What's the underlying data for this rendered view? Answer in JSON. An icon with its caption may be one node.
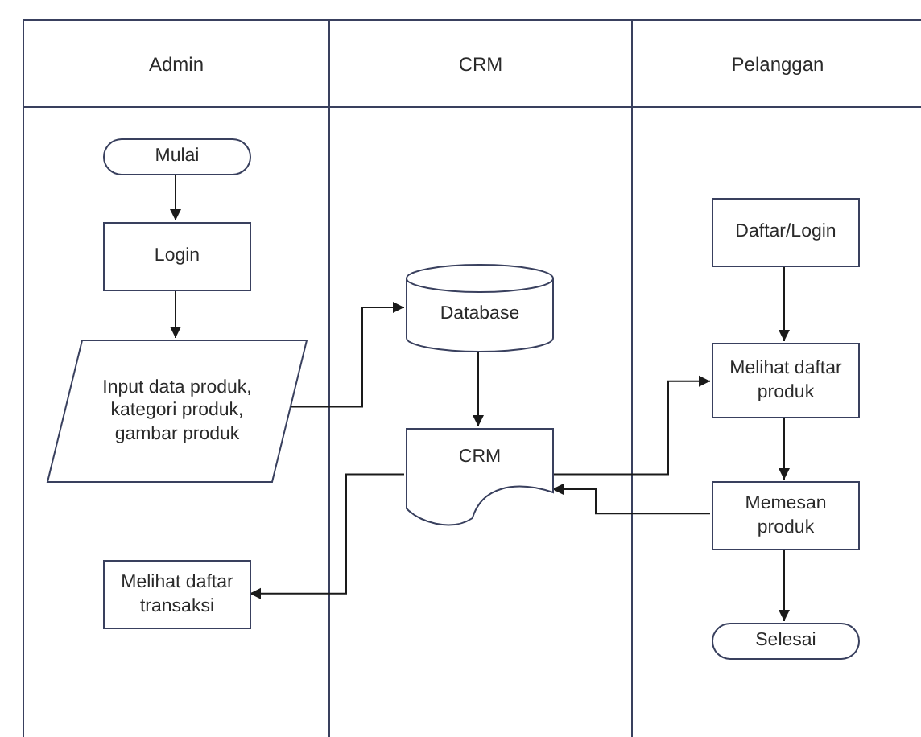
{
  "diagram": {
    "nodes": [
      {
        "text": [
          "Admin"
        ]
      },
      {
        "text": [
          "CRM"
        ]
      },
      {
        "text": [
          "Pelanggan"
        ]
      },
      {
        "text": [
          "Mulai"
        ],
        "in": 0
      },
      {
        "text": [
          "Login"
        ],
        "in": 0
      },
      {
        "text": [
          "Input data produk, kategori produk, gambar produk"
        ],
        "in": 0
      },
      {
        "text": [
          "Melihat daftar transaksi"
        ],
        "in": 0
      },
      {
        "text": [
          "Database"
        ],
        "in": 1
      },
      {
        "text": [
          "CRM"
        ],
        "in": 1
      },
      {
        "text": [
          "Daftar/Login"
        ],
        "in": 2
      },
      {
        "text": [
          "Melihat daftar produk"
        ],
        "in": 2
      },
      {
        "text": [
          "Memesan produk"
        ],
        "in": 2
      },
      {
        "text": [
          "Selesai"
        ],
        "in": 2
      }
    ],
    "edges": [
      {
        "from": 3,
        "to": 4,
        "arrow": "to"
      },
      {
        "from": 4,
        "to": 5,
        "arrow": "to"
      },
      {
        "from": 5,
        "to": 7,
        "arrow": "to"
      },
      {
        "from": 7,
        "to": 8,
        "arrow": "to"
      },
      {
        "from": 8,
        "to": 6,
        "arrow": "to"
      },
      {
        "from": 8,
        "to": 10,
        "arrow": "to"
      },
      {
        "from": 11,
        "to": 8,
        "arrow": "to"
      },
      {
        "from": 9,
        "to": 10,
        "arrow": "to"
      },
      {
        "from": 10,
        "to": 11,
        "arrow": "to"
      },
      {
        "from": 11,
        "to": 12,
        "arrow": "to"
      }
    ]
  }
}
